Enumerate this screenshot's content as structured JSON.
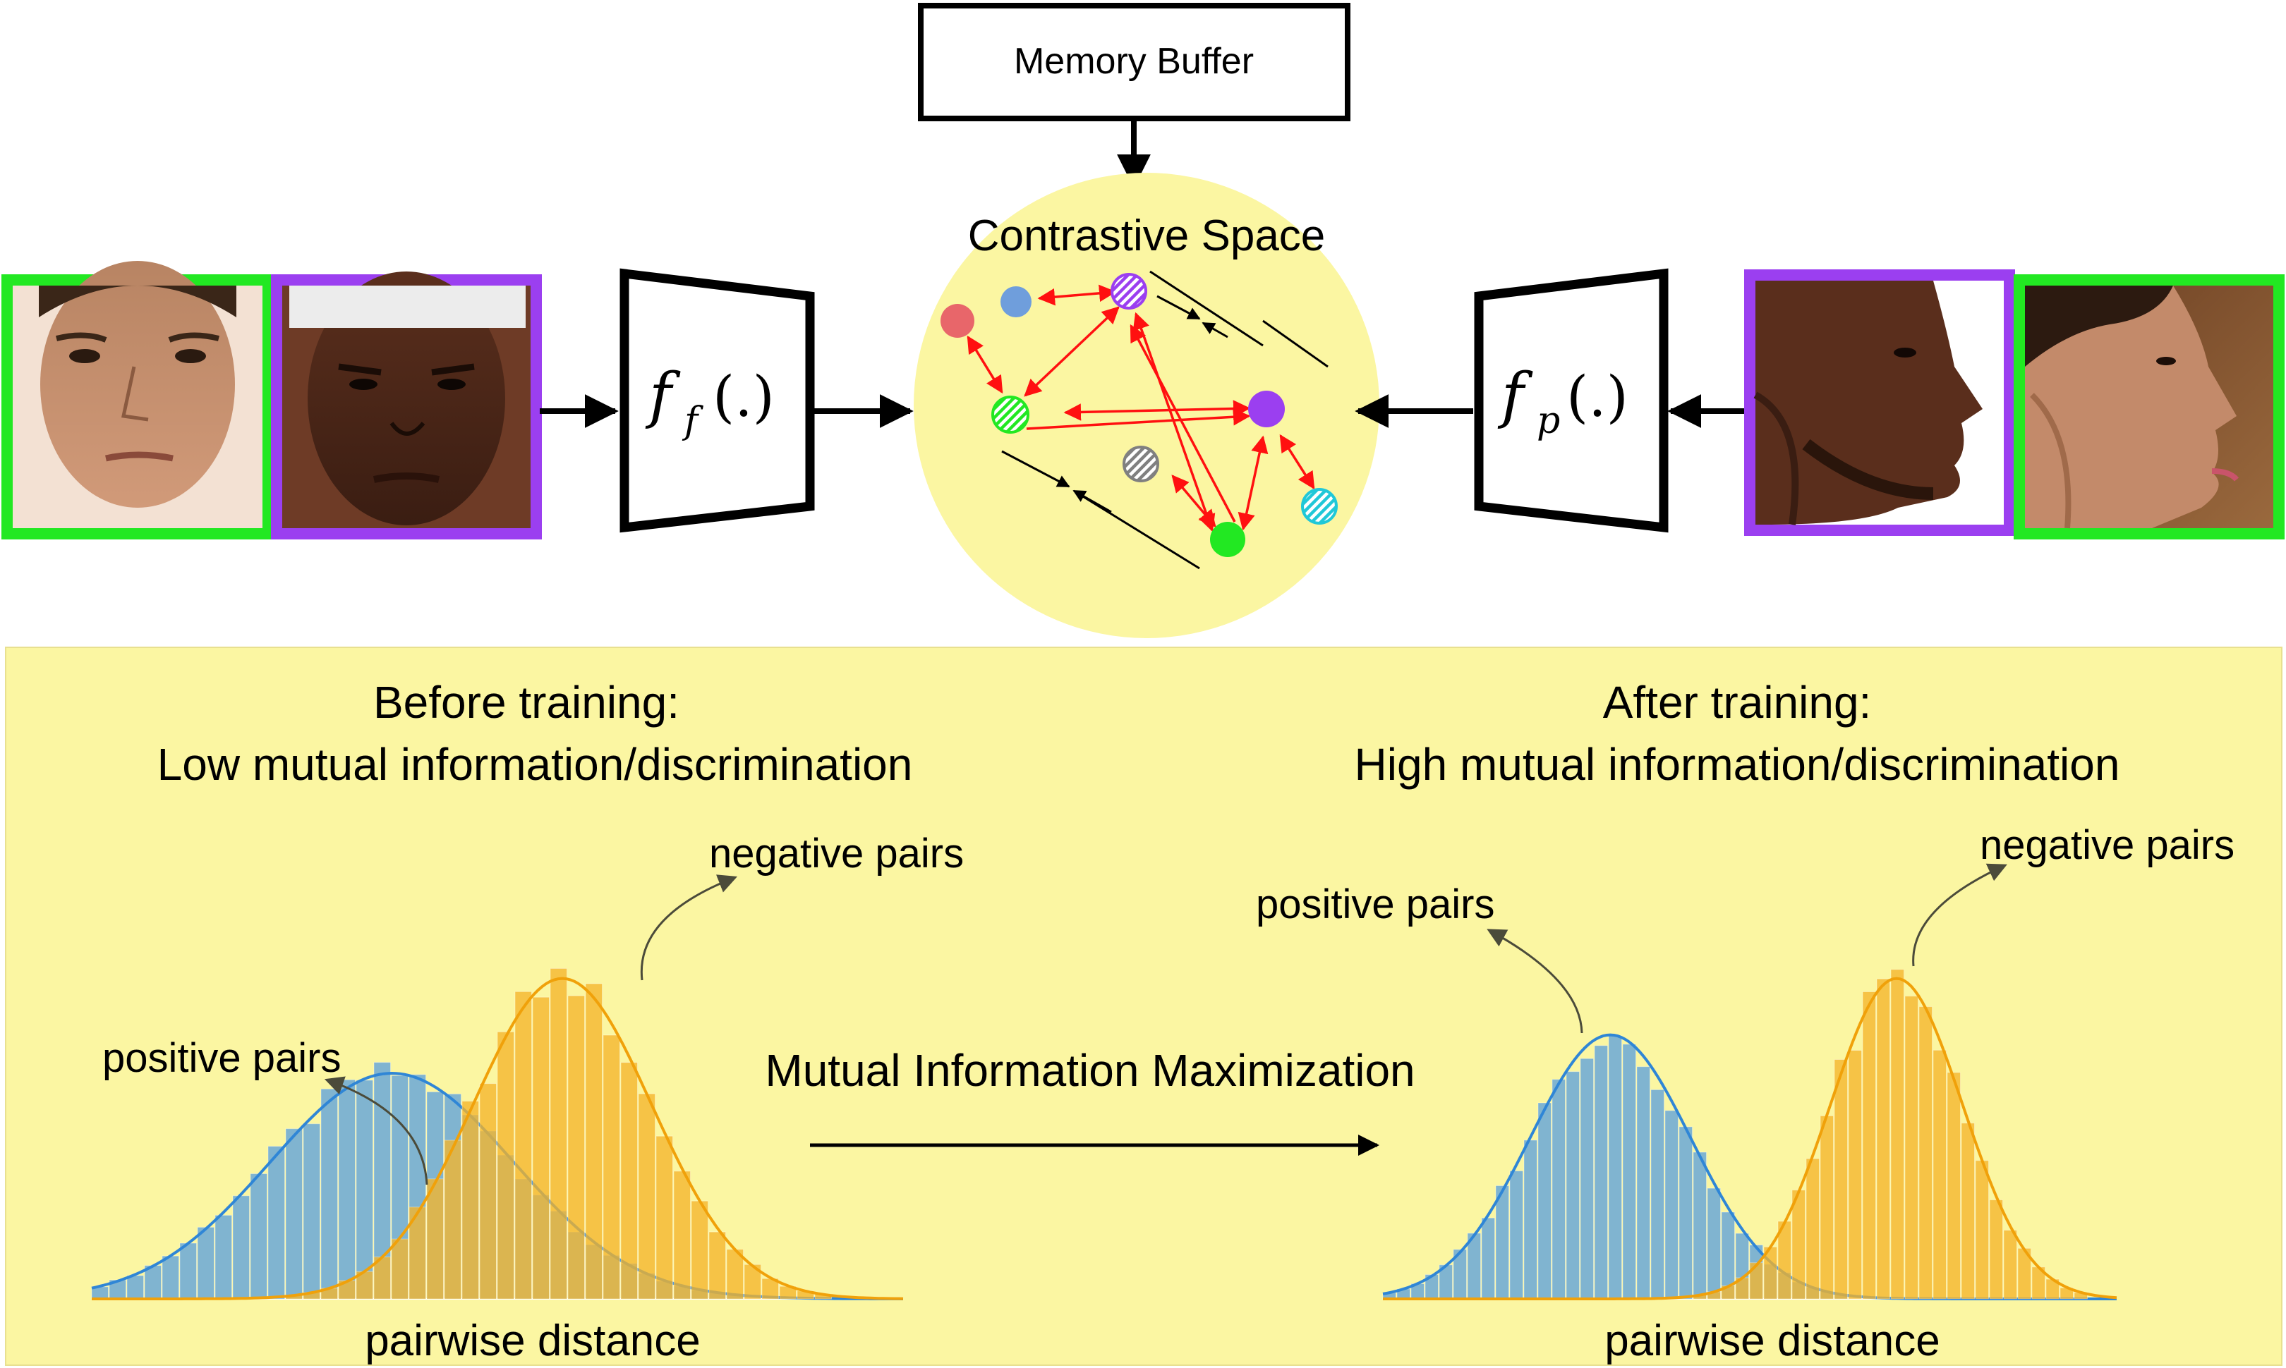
{
  "memory_buffer": "Memory Buffer",
  "contrastive_space": "Contrastive Space",
  "encoder_frontal": {
    "f": "f",
    "sub": "f",
    "arg": "(.)"
  },
  "encoder_profile": {
    "f": "f",
    "sub": "p",
    "arg": "(.)"
  },
  "before": {
    "title1": "Before training:",
    "title2": "Low mutual information/discrimination",
    "negative": "negative pairs",
    "positive": "positive pairs",
    "xlabel": "pairwise distance"
  },
  "after": {
    "title1": "After training:",
    "title2": "High mutual information/discrimination",
    "negative": "negative pairs",
    "positive": "positive pairs",
    "xlabel": "pairwise distance"
  },
  "mim_label": "Mutual Information Maximization",
  "colors": {
    "frame_a": "#22e822",
    "frame_b": "#9b3ff0",
    "panel_bg": "#fbf6a2",
    "space_bg": "#fbf6a2",
    "positive": "#6aa8d8",
    "positive_line": "#2f86d6",
    "negative": "#f5b52c",
    "negative_line": "#f0a10a",
    "arrow_red": "#ff1010"
  },
  "chart_data": [
    {
      "type": "histogram",
      "name": "before-training",
      "xlabel": "pairwise distance",
      "series": [
        {
          "name": "positive pairs",
          "mean": 0.37,
          "sd": 0.15,
          "peak": 1.0
        },
        {
          "name": "negative pairs",
          "mean": 0.58,
          "sd": 0.11,
          "peak": 1.42
        }
      ]
    },
    {
      "type": "histogram",
      "name": "after-training",
      "xlabel": "pairwise distance",
      "series": [
        {
          "name": "positive pairs",
          "mean": 0.31,
          "sd": 0.11,
          "peak": 1.17
        },
        {
          "name": "negative pairs",
          "mean": 0.7,
          "sd": 0.09,
          "peak": 1.42
        }
      ]
    }
  ]
}
